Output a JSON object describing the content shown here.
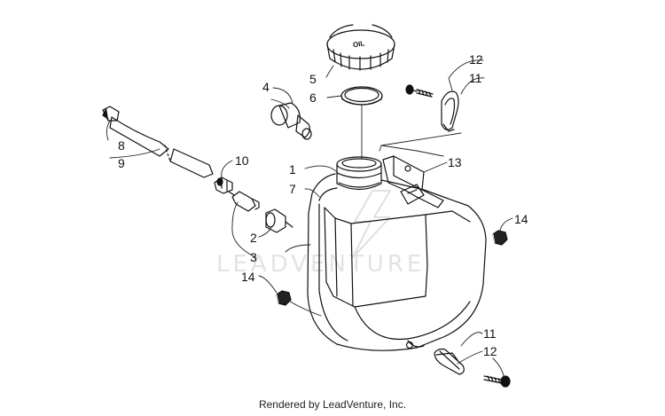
{
  "watermark": "LEADVENTURE",
  "footer": "Rendered by LeadVenture, Inc.",
  "cap_lettering": "OIL",
  "callouts": {
    "c1": "1",
    "c2": "2",
    "c3": "3",
    "c4": "4",
    "c5": "5",
    "c6": "6",
    "c7": "7",
    "c8": "8",
    "c9": "9",
    "c10": "10",
    "c11a": "11",
    "c11b": "11",
    "c12a": "12",
    "c12b": "12",
    "c13": "13",
    "c14a": "14",
    "c14b": "14"
  },
  "colors": {
    "line": "#111111",
    "leader": "#222222",
    "watermark": "#e3e3e3"
  }
}
